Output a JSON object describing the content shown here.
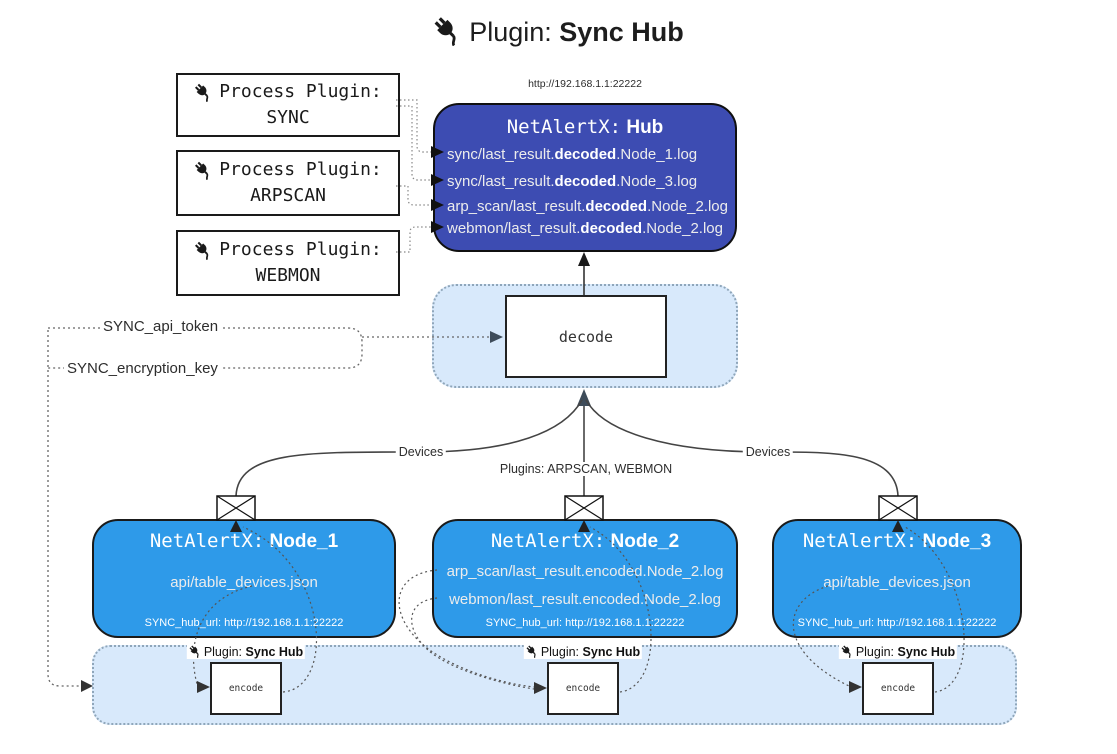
{
  "title": {
    "prefix": "Plugin:",
    "name": "Sync Hub"
  },
  "hub": {
    "url_label": "http://192.168.1.1:22222",
    "title_mono": "NetAlertX:",
    "title_bold": "Hub",
    "lines": [
      {
        "pre": "sync/last_result.",
        "bold": "decoded",
        "post": ".Node_1.log"
      },
      {
        "pre": "sync/last_result.",
        "bold": "decoded",
        "post": ".Node_3.log"
      },
      {
        "pre": "arp_scan/last_result.",
        "bold": "decoded",
        "post": ".Node_2.log"
      },
      {
        "pre": "webmon/last_result.",
        "bold": "decoded",
        "post": ".Node_2.log"
      }
    ]
  },
  "process_plugins": [
    {
      "line1": "Process Plugin:",
      "line2": "SYNC"
    },
    {
      "line1": "Process Plugin:",
      "line2": "ARPSCAN"
    },
    {
      "line1": "Process Plugin:",
      "line2": "WEBMON"
    }
  ],
  "decode": {
    "label": "decode"
  },
  "tokens": {
    "api_token": "SYNC_api_token",
    "encryption_key": "SYNC_encryption_key"
  },
  "edge_labels": {
    "devices_left": "Devices",
    "devices_right": "Devices",
    "plugins_center": "Plugins: ARPSCAN, WEBMON"
  },
  "nodes": [
    {
      "title_mono": "NetAlertX:",
      "title_bold": "Node_1",
      "lines": [
        "api/table_devices.json"
      ],
      "hub_url": "SYNC_hub_url: http://192.168.1.1:22222"
    },
    {
      "title_mono": "NetAlertX:",
      "title_bold": "Node_2",
      "lines": [
        "arp_scan/last_result.encoded.Node_2.log",
        "webmon/last_result.encoded.Node_2.log"
      ],
      "hub_url": "SYNC_hub_url: http://192.168.1.1:22222"
    },
    {
      "title_mono": "NetAlertX:",
      "title_bold": "Node_3",
      "lines": [
        "api/table_devices.json"
      ],
      "hub_url": "SYNC_hub_url: http://192.168.1.1:22222"
    }
  ],
  "encoders": [
    {
      "label_prefix": "Plugin:",
      "label_bold": "Sync Hub",
      "box_label": "encode"
    },
    {
      "label_prefix": "Plugin:",
      "label_bold": "Sync Hub",
      "box_label": "encode"
    },
    {
      "label_prefix": "Plugin:",
      "label_bold": "Sync Hub",
      "box_label": "encode"
    }
  ],
  "colors": {
    "hub": "#3d4cb2",
    "node": "#2e9ae9",
    "cluster": "#d8e9fb",
    "line": "#444444"
  }
}
